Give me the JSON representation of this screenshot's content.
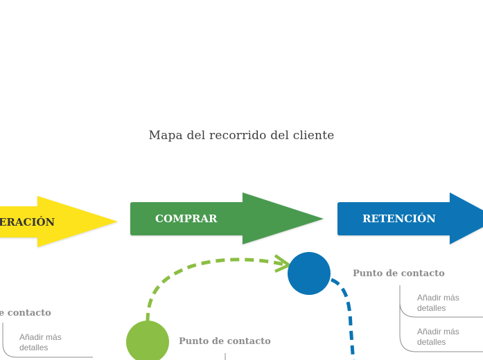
{
  "title": "Mapa del recorrido del cliente",
  "stages": {
    "consideration": {
      "label": "ERACIÓN",
      "color": "#fde31a",
      "text_color": "#333333"
    },
    "buy": {
      "label": "COMPRAR",
      "color": "#4a9a4f",
      "text_color": "#ffffff"
    },
    "retention": {
      "label": "RETENCIÓN",
      "color": "#0a74b5",
      "text_color": "#ffffff"
    }
  },
  "touchpoints": {
    "left": {
      "label": "e contacto",
      "details": [
        "Añadir más detalles"
      ]
    },
    "buy": {
      "label": "Punto de contacto"
    },
    "retention": {
      "label": "Punto de contacto",
      "details": [
        "Añadir más detalles",
        "Añadir más detalles"
      ]
    }
  },
  "colors": {
    "green_node": "#8bbe44",
    "blue_node": "#0a74b5",
    "line_gray": "#8c8c8c"
  }
}
